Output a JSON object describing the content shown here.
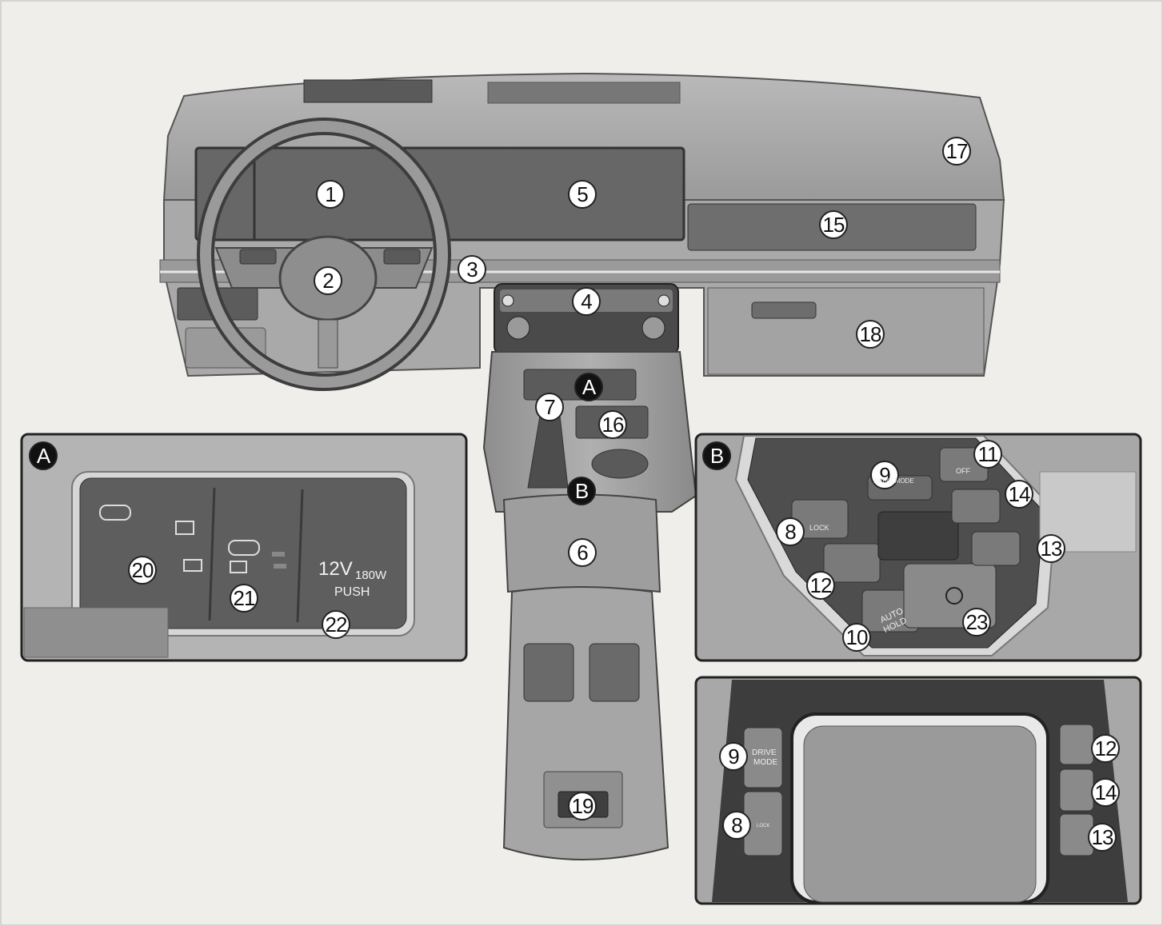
{
  "callouts": {
    "c1": "1",
    "c2": "2",
    "c3": "3",
    "c4": "4",
    "c5": "5",
    "c6": "6",
    "c7": "7",
    "c15": "15",
    "c16": "16",
    "c17": "17",
    "c18": "18",
    "c19": "19",
    "cA": "A",
    "cB": "B"
  },
  "inset_a": {
    "badge": "A",
    "c20": "20",
    "c21": "21",
    "c22": "22",
    "outlet_label_1": "12V",
    "outlet_label_2": "180W",
    "outlet_label_3": "PUSH"
  },
  "inset_b": {
    "badge": "B",
    "c8": "8",
    "c9": "9",
    "c10": "10",
    "c11": "11",
    "c12": "12",
    "c13": "13",
    "c14": "14",
    "c23": "23",
    "btn_lock": "LOCK",
    "btn_auto_hold_1": "AUTO",
    "btn_auto_hold_2": "HOLD",
    "btn_off": "OFF",
    "btn_drive": "DRIVE MODE"
  },
  "inset_c": {
    "c8": "8",
    "c9": "9",
    "c12": "12",
    "c13": "13",
    "c14": "14",
    "drive_mode_1": "DRIVE",
    "drive_mode_2": "MODE",
    "btn_lock": "LOCK"
  },
  "colors": {
    "background": "#efeeeb",
    "panel_border": "#222222",
    "dash_gray": "#a8a8a8",
    "dark_gray": "#5e5e5e"
  }
}
